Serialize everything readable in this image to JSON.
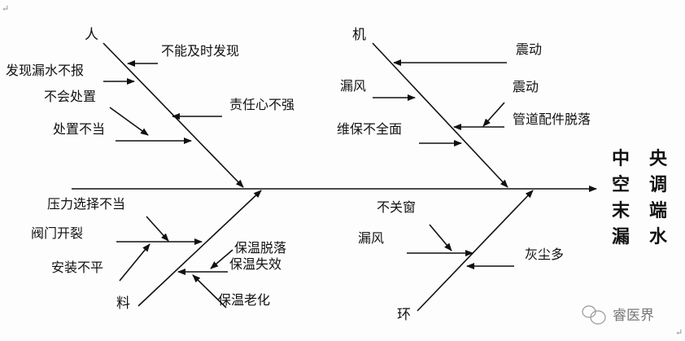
{
  "effect": {
    "col1": [
      "中",
      "空",
      "末",
      "漏"
    ],
    "col2": [
      "央",
      "调",
      "端",
      "水"
    ]
  },
  "categories": {
    "person": {
      "label": "人",
      "causes": [
        "不能及时发现",
        "发现漏水不报",
        "不会处置",
        "处置不当",
        "责任心不强"
      ]
    },
    "machine": {
      "label": "机",
      "causes": [
        "震动",
        "漏风",
        "震动",
        "管道配件脱落",
        "维保不全面"
      ]
    },
    "material": {
      "label": "料",
      "causes": [
        "压力选择不当",
        "阀门开裂",
        "安装不平",
        "保温脱落",
        "保温失效",
        "保温老化"
      ]
    },
    "environment": {
      "label": "环",
      "causes": [
        "不关窗",
        "漏风",
        "灰尘多"
      ]
    }
  },
  "watermark": {
    "text": "睿医界"
  },
  "marks": {
    "para": "↵"
  }
}
